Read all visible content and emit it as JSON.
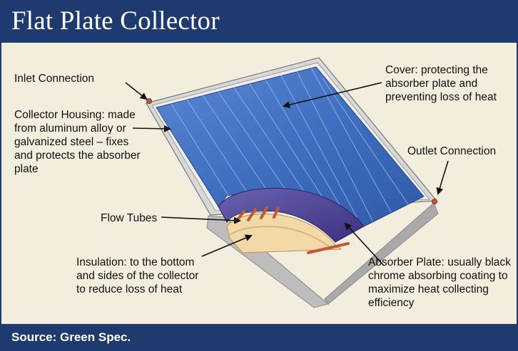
{
  "title": "Flat Plate Collector",
  "footer": {
    "source": "Source: Green Spec."
  },
  "labels": {
    "inlet": "Inlet Connection",
    "housing": "Collector Housing: made from aluminum alloy or galvanized steel – fixes and protects the absorber plate",
    "cover": "Cover: protecting the absorber plate and preventing loss of heat",
    "outlet": "Outlet Connection",
    "flow_tubes": "Flow Tubes",
    "insulation": "Insulation: to the bottom and sides of the collector to reduce loss of heat",
    "absorber": "Absorber Plate: usually black chrome absorbing coating to maximize heat collecting efficiency"
  },
  "colors": {
    "header_bg": "#1f3a6e",
    "panel_bg": "#f3eddd",
    "cover_blue": "#3f6fc0",
    "absorber_purple": "#4a3f8f",
    "tube_copper": "#c0583a",
    "insulation_cream": "#f3d9a8",
    "frame_gray": "#c8c8c8"
  }
}
